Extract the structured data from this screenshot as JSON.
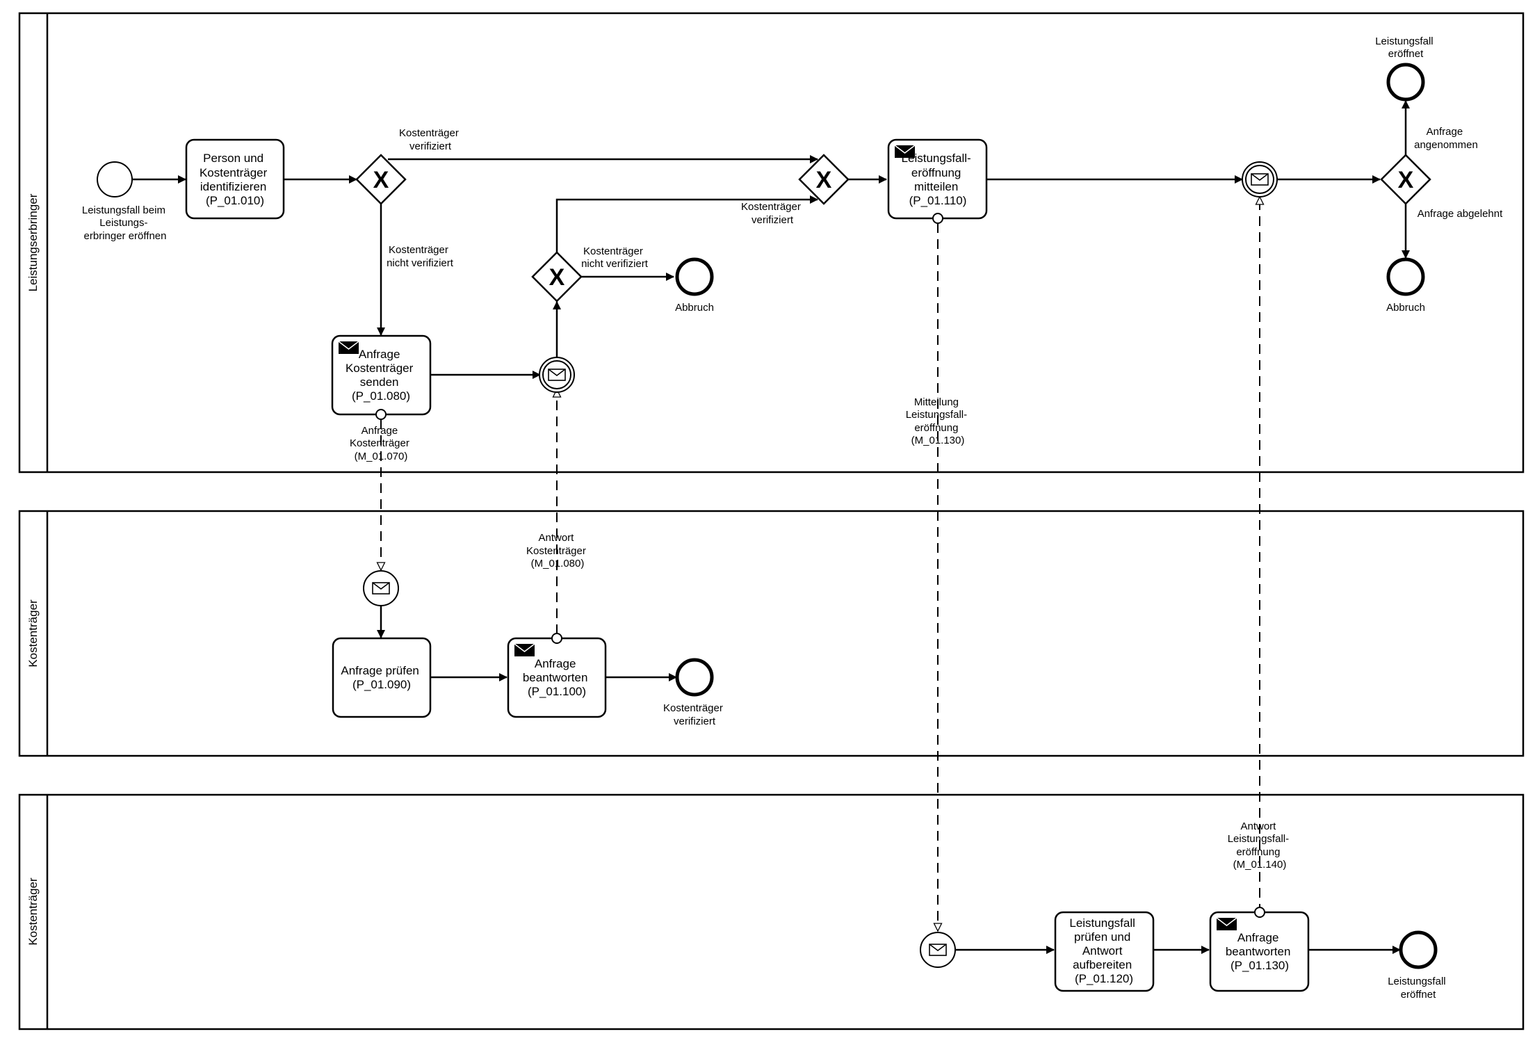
{
  "pools": [
    {
      "id": "pool1",
      "label": "Leistungserbringer"
    },
    {
      "id": "pool2",
      "label": "Kostenträger"
    },
    {
      "id": "pool3",
      "label": "Kostenträger"
    }
  ],
  "tasks": [
    {
      "id": "t1",
      "lines": [
        "Person und",
        "Kostenträger",
        "identifizieren",
        "(P_01.010)"
      ],
      "marker": false
    },
    {
      "id": "t2",
      "lines": [
        "Anfrage",
        "Kostenträger",
        "senden",
        "(P_01.080)"
      ],
      "marker": true
    },
    {
      "id": "t3",
      "lines": [
        "Leistungsfall-",
        "eröffnung",
        "mitteilen",
        "(P_01.110)"
      ],
      "marker": true
    },
    {
      "id": "t4",
      "lines": [
        "Anfrage prüfen",
        "(P_01.090)"
      ],
      "marker": false
    },
    {
      "id": "t5",
      "lines": [
        "Anfrage",
        "beantworten",
        "(P_01.100)"
      ],
      "marker": true
    },
    {
      "id": "t6",
      "lines": [
        "Leistungsfall",
        "prüfen und",
        "Antwort",
        "aufbereiten",
        "(P_01.120)"
      ],
      "marker": false
    },
    {
      "id": "t7",
      "lines": [
        "Anfrage",
        "beantworten",
        "(P_01.130)"
      ],
      "marker": true
    }
  ],
  "events": [
    {
      "id": "start1",
      "kind": "start",
      "lines": [
        "Leistungsfall beim",
        "Leistungs-",
        "erbringer eröffnen"
      ]
    },
    {
      "id": "end_abbruch1",
      "kind": "end",
      "lines": [
        "Abbruch"
      ]
    },
    {
      "id": "end_top",
      "kind": "end",
      "lines": [
        "Leistungsfall",
        "eröffnet"
      ]
    },
    {
      "id": "end_abbruch2",
      "kind": "end",
      "lines": [
        "Abbruch"
      ]
    },
    {
      "id": "end_kt",
      "kind": "end",
      "lines": [
        "Kostenträger",
        "verifiziert"
      ]
    },
    {
      "id": "end_lf",
      "kind": "end",
      "lines": [
        "Leistungsfall",
        "eröffnet"
      ]
    },
    {
      "id": "ice1",
      "kind": "intermediate-message",
      "lines": []
    },
    {
      "id": "ice2",
      "kind": "intermediate-message",
      "lines": []
    },
    {
      "id": "msg_start1",
      "kind": "message-start",
      "lines": []
    },
    {
      "id": "msg_start2",
      "kind": "message-start",
      "lines": []
    }
  ],
  "gateways": [
    {
      "id": "g1",
      "symbol": "X"
    },
    {
      "id": "g2",
      "symbol": "X"
    },
    {
      "id": "g3",
      "symbol": "X"
    },
    {
      "id": "g4",
      "symbol": "X"
    }
  ],
  "flow_labels": [
    {
      "id": "fl_g1_verified",
      "lines": [
        "Kostenträger",
        "verifiziert"
      ]
    },
    {
      "id": "fl_g1_notverified",
      "lines": [
        "Kostenträger",
        "nicht verifiziert"
      ]
    },
    {
      "id": "fl_g3_verified",
      "lines": [
        "Kostenträger",
        "verifiziert"
      ]
    },
    {
      "id": "fl_g3_notverified",
      "lines": [
        "Kostenträger",
        "nicht verifiziert"
      ]
    },
    {
      "id": "fl_g4_accepted",
      "lines": [
        "Anfrage",
        "angenommen"
      ]
    },
    {
      "id": "fl_g4_rejected",
      "lines": [
        "Anfrage abgelehnt"
      ]
    }
  ],
  "message_labels": [
    {
      "id": "m1",
      "lines": [
        "Anfrage",
        "Kostenträger",
        "(M_01.070)"
      ]
    },
    {
      "id": "m2",
      "lines": [
        "Antwort",
        "Kostenträger",
        "(M_01.080)"
      ]
    },
    {
      "id": "m3",
      "lines": [
        "Mitteilung",
        "Leistungsfall-",
        "eröffnung",
        "(M_01.130)"
      ]
    },
    {
      "id": "m4",
      "lines": [
        "Antwort",
        "Leistungsfall-",
        "eröffnung",
        "(M_01.140)"
      ]
    }
  ]
}
